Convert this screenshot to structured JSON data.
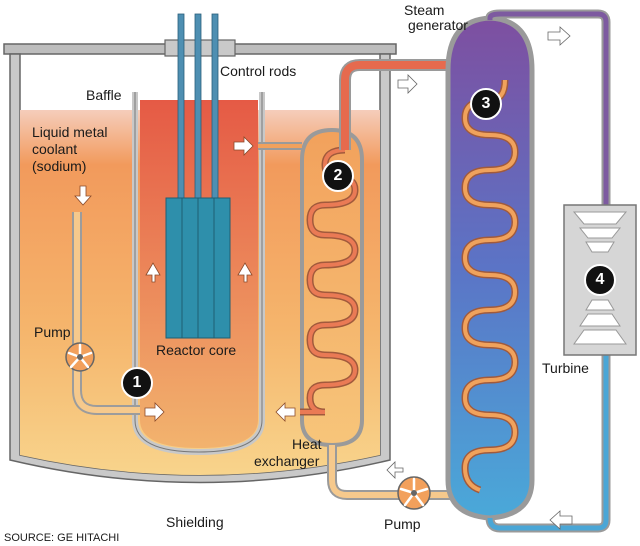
{
  "labels": {
    "control_rods": "Control rods",
    "baffle": "Baffle",
    "coolant_line1": "Liquid metal",
    "coolant_line2": "coolant",
    "coolant_line3": "(sodium)",
    "pump_left": "Pump",
    "reactor_core": "Reactor core",
    "heat_line1": "Heat",
    "heat_line2": "exchanger",
    "shielding": "Shielding",
    "pump_bottom": "Pump",
    "steam_line1": "Steam",
    "steam_line2": "generator",
    "turbine": "Turbine",
    "source": "SOURCE: GE HITACHI"
  },
  "badges": {
    "one": "1",
    "two": "2",
    "three": "3",
    "four": "4"
  },
  "colors": {
    "pool_top": "#f3d7c9",
    "pool_hot": "#f2a35f",
    "pool_warm": "#f6c37a",
    "core_red": "#e8614a",
    "core_orange": "#f0955a",
    "rod_blue": "#2a8eaa",
    "steam_top": "#7a52a3",
    "steam_bottom": "#4fa6d8",
    "pipe_red": "#e66a4e",
    "pipe_hot_outline": "#a85c3c",
    "tank_gray": "#b4b4b4",
    "tank_outline": "#666666"
  }
}
